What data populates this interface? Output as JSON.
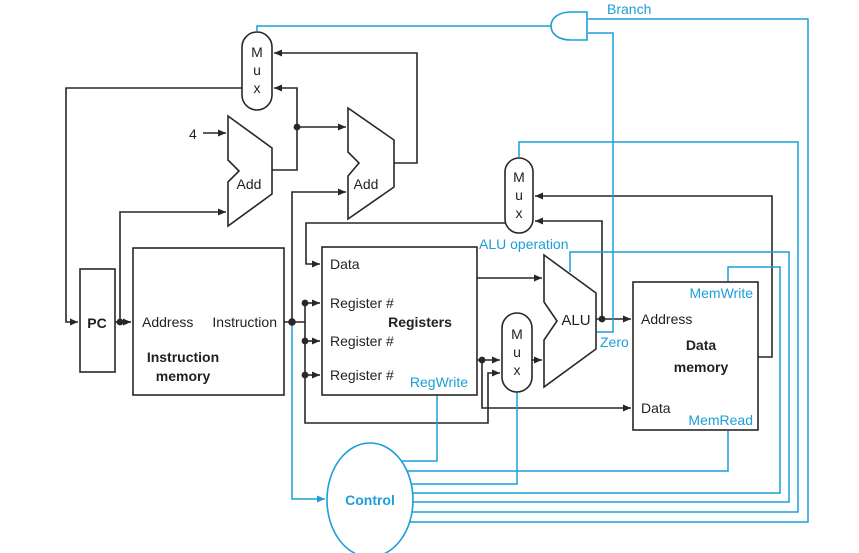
{
  "diagram": {
    "colors": {
      "wire": "#2a2627",
      "accent": "#1b9ed9",
      "background": "#ffffff"
    },
    "labels": {
      "branch": "Branch",
      "alu_operation": "ALU operation",
      "zero": "Zero",
      "constant_four": "4"
    },
    "mux": {
      "m": "M",
      "u": "u",
      "x": "x"
    },
    "blocks": {
      "pc": {
        "label": "PC"
      },
      "instruction_memory": {
        "port_address": "Address",
        "port_instruction": "Instruction",
        "name_line1": "Instruction",
        "name_line2": "memory"
      },
      "registers": {
        "port_data": "Data",
        "port_register1": "Register #",
        "port_register2": "Register #",
        "port_register3": "Register #",
        "name": "Registers",
        "control_regwrite": "RegWrite"
      },
      "data_memory": {
        "port_address": "Address",
        "port_data": "Data",
        "name_line1": "Data",
        "name_line2": "memory",
        "control_memwrite": "MemWrite",
        "control_memread": "MemRead"
      },
      "add_pc": {
        "label": "Add"
      },
      "add_branch": {
        "label": "Add"
      },
      "alu": {
        "label": "ALU"
      },
      "control": {
        "label": "Control"
      }
    }
  }
}
